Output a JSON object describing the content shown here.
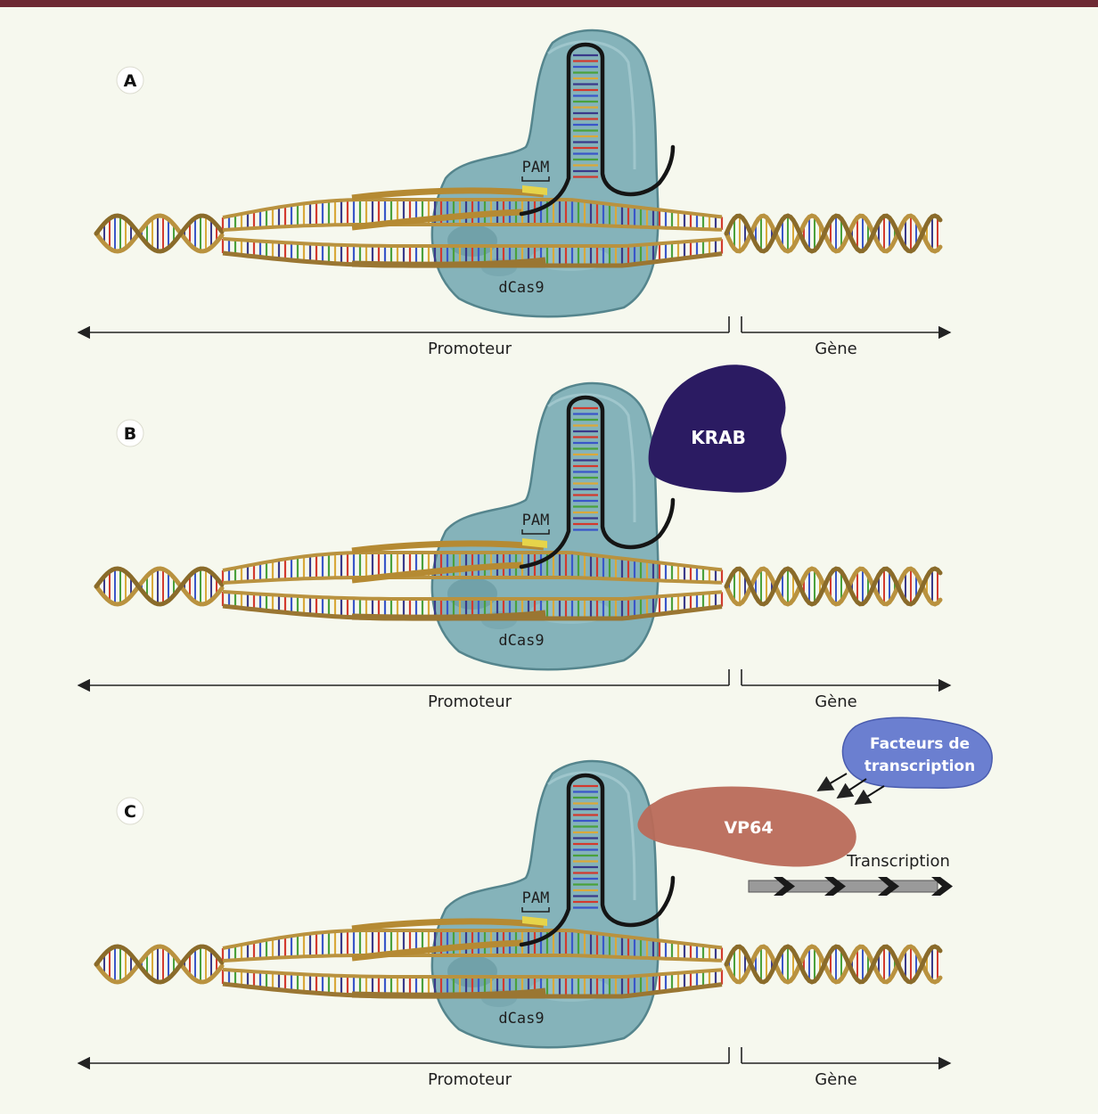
{
  "panels": [
    {
      "letter": "A",
      "pam": "PAM",
      "protein": "dCas9",
      "promoter": "Promoteur",
      "gene": "Gène"
    },
    {
      "letter": "B",
      "pam": "PAM",
      "protein": "dCas9",
      "promoter": "Promoteur",
      "gene": "Gène",
      "effector": "KRAB"
    },
    {
      "letter": "C",
      "pam": "PAM",
      "protein": "dCas9",
      "promoter": "Promoteur",
      "gene": "Gène",
      "effector": "VP64"
    }
  ],
  "transcription_factors": {
    "line1": "Facteurs de",
    "line2": "transcription"
  },
  "transcription_label": "Transcription",
  "colors": {
    "background": "#f6f8ee",
    "top_bar": "#6e2a33",
    "dcas9": "#7fb0b8",
    "dcas9_edge": "#4d7f88",
    "dna_backbone": "#b9923f",
    "guide_rna": "#151515",
    "krab": "#2b1b62",
    "vp64": "#b96a58",
    "tf": "#6b7fd0",
    "pam": "#e6d44a"
  }
}
